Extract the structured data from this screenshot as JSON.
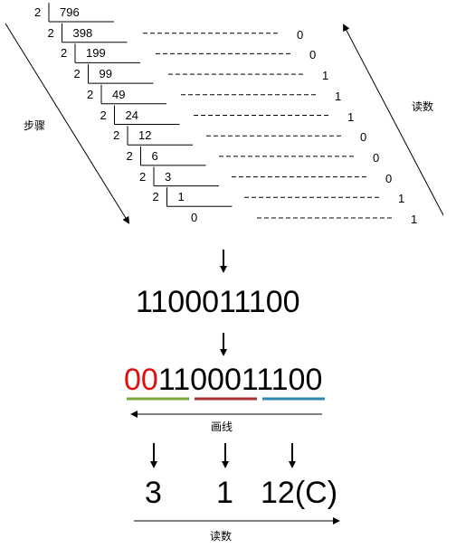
{
  "division": {
    "rows": [
      {
        "divisor": "2",
        "quotient": "796",
        "remainder": ""
      },
      {
        "divisor": "2",
        "quotient": "398",
        "remainder": "0"
      },
      {
        "divisor": "2",
        "quotient": "199",
        "remainder": "0"
      },
      {
        "divisor": "2",
        "quotient": "99",
        "remainder": "1"
      },
      {
        "divisor": "2",
        "quotient": "49",
        "remainder": "1"
      },
      {
        "divisor": "2",
        "quotient": "24",
        "remainder": "1"
      },
      {
        "divisor": "2",
        "quotient": "12",
        "remainder": "0"
      },
      {
        "divisor": "2",
        "quotient": "6",
        "remainder": "0"
      },
      {
        "divisor": "2",
        "quotient": "3",
        "remainder": "0"
      },
      {
        "divisor": "2",
        "quotient": "1",
        "remainder": "1"
      },
      {
        "divisor": "",
        "quotient": "0",
        "remainder": "1"
      }
    ]
  },
  "labels": {
    "steps": "步骤",
    "read_up": "读数",
    "draw_line": "画线",
    "read_right": "读数"
  },
  "binary": {
    "plain": "1100011100",
    "pad": "00",
    "rest": "1100011100"
  },
  "groups": [
    {
      "value": "3",
      "color": "#7aa83a"
    },
    {
      "value": "1",
      "color": "#a83232"
    },
    {
      "value": "12(C)",
      "color": "#2e86b0"
    }
  ]
}
